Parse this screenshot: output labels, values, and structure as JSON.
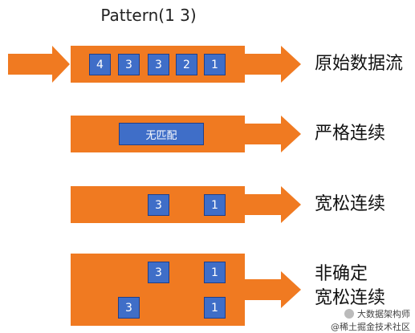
{
  "title": "Pattern(1 3)",
  "rows": [
    {
      "label_line1": "原始数据流",
      "label_line2": "",
      "events": [
        "4",
        "3",
        "3",
        "2",
        "1"
      ]
    },
    {
      "label_line1": "严格连续",
      "label_line2": "",
      "nomatch": "无匹配"
    },
    {
      "label_line1": "宽松连续",
      "label_line2": "",
      "events": [
        "3",
        "1"
      ]
    },
    {
      "label_line1": "非确定",
      "label_line2": "宽松连续",
      "events_top": [
        "3",
        "1"
      ],
      "events_bottom": [
        "3",
        "1"
      ]
    }
  ],
  "watermark": {
    "line1": "大数据架构师",
    "line2": "@稀土掘金技术社区"
  },
  "colors": {
    "band": "#f07a21",
    "event": "#3f6ec8",
    "event_border": "#1f3f8a"
  }
}
